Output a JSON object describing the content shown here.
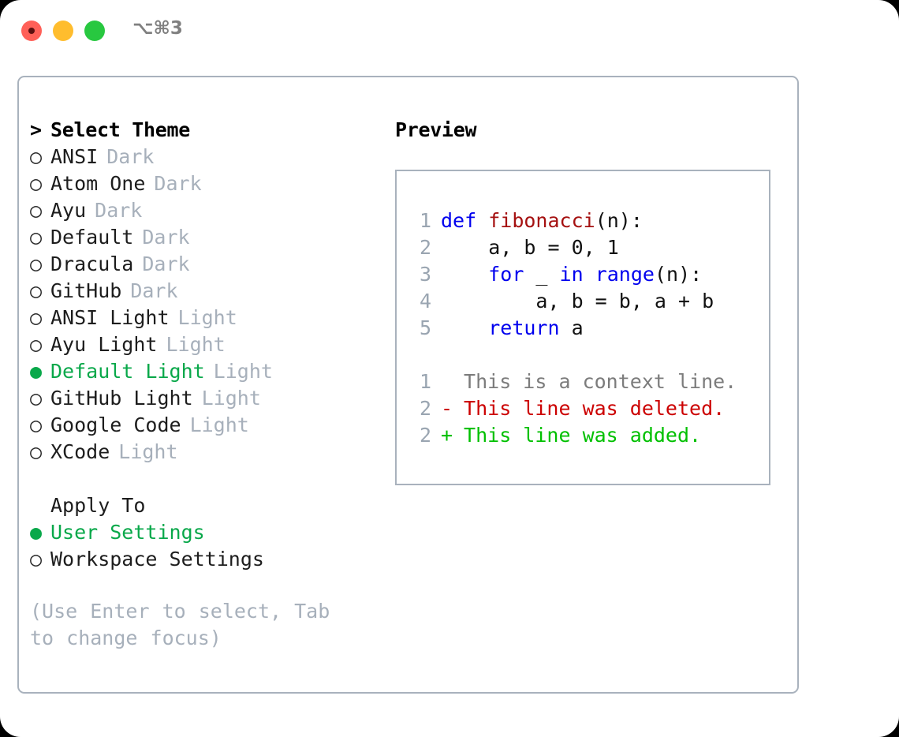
{
  "titlebar": {
    "shortcut": "⌥⌘3",
    "buttons": [
      "close",
      "minimize",
      "maximize"
    ]
  },
  "colors": {
    "selected_green": "#09a84a",
    "muted": "#a7b0bb",
    "keyword_blue": "#0000ee",
    "function_red": "#a51111",
    "diff_deleted": "#cc0000",
    "diff_added": "#00c000",
    "border": "#a9b2bd"
  },
  "theme_list": {
    "header": "Select Theme",
    "caret": ">",
    "items": [
      {
        "bullet": "○",
        "name": "ANSI",
        "tag": "Dark",
        "selected": false
      },
      {
        "bullet": "○",
        "name": "Atom One",
        "tag": "Dark",
        "selected": false
      },
      {
        "bullet": "○",
        "name": "Ayu",
        "tag": "Dark",
        "selected": false
      },
      {
        "bullet": "○",
        "name": "Default",
        "tag": "Dark",
        "selected": false
      },
      {
        "bullet": "○",
        "name": "Dracula",
        "tag": "Dark",
        "selected": false
      },
      {
        "bullet": "○",
        "name": "GitHub",
        "tag": "Dark",
        "selected": false
      },
      {
        "bullet": "○",
        "name": "ANSI Light",
        "tag": "Light",
        "selected": false
      },
      {
        "bullet": "○",
        "name": "Ayu Light",
        "tag": "Light",
        "selected": false
      },
      {
        "bullet": "●",
        "name": "Default Light",
        "tag": "Light",
        "selected": true
      },
      {
        "bullet": "○",
        "name": "GitHub Light",
        "tag": "Light",
        "selected": false
      },
      {
        "bullet": "○",
        "name": "Google Code",
        "tag": "Light",
        "selected": false
      },
      {
        "bullet": "○",
        "name": "XCode",
        "tag": "Light",
        "selected": false
      }
    ]
  },
  "apply_to": {
    "label": "Apply To",
    "items": [
      {
        "bullet": "●",
        "name": "User Settings",
        "selected": true
      },
      {
        "bullet": "○",
        "name": "Workspace Settings",
        "selected": false
      }
    ]
  },
  "hint": "(Use Enter to select, Tab to change focus)",
  "preview": {
    "title": "Preview",
    "code_lines": [
      {
        "num": "1",
        "tokens": [
          {
            "t": "def",
            "c": "kw"
          },
          {
            "t": " ",
            "c": "pl"
          },
          {
            "t": "fibonacci",
            "c": "fn"
          },
          {
            "t": "(n):",
            "c": "pl"
          }
        ]
      },
      {
        "num": "2",
        "tokens": [
          {
            "t": "    a, b = 0, 1",
            "c": "pl"
          }
        ]
      },
      {
        "num": "3",
        "tokens": [
          {
            "t": "    ",
            "c": "pl"
          },
          {
            "t": "for",
            "c": "kw"
          },
          {
            "t": " _ ",
            "c": "pl"
          },
          {
            "t": "in",
            "c": "kw"
          },
          {
            "t": " ",
            "c": "pl"
          },
          {
            "t": "range",
            "c": "kw"
          },
          {
            "t": "(n):",
            "c": "pl"
          }
        ]
      },
      {
        "num": "4",
        "tokens": [
          {
            "t": "        a, b = b, a + b",
            "c": "pl"
          }
        ]
      },
      {
        "num": "5",
        "tokens": [
          {
            "t": "    ",
            "c": "pl"
          },
          {
            "t": "return",
            "c": "kw"
          },
          {
            "t": " a",
            "c": "pl"
          }
        ]
      }
    ],
    "diff_lines": [
      {
        "num": "1",
        "sign": " ",
        "text": "This is a context line.",
        "kind": "diff-ctx"
      },
      {
        "num": "2",
        "sign": "-",
        "text": "This line was deleted.",
        "kind": "diff-del"
      },
      {
        "num": "2",
        "sign": "+",
        "text": "This line was added.",
        "kind": "diff-add"
      }
    ]
  }
}
